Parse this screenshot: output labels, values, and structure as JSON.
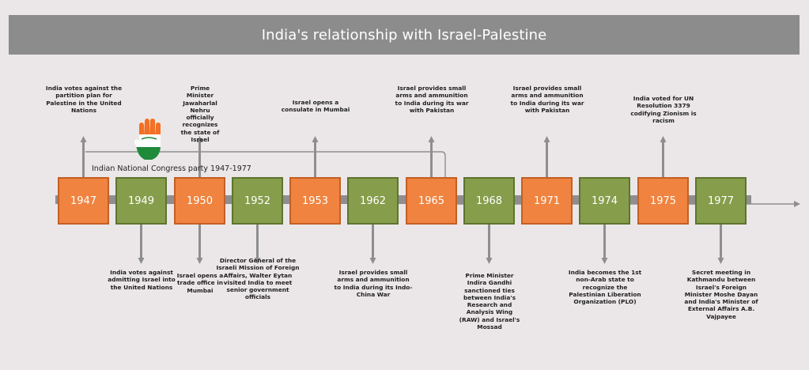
{
  "header": {
    "title": "India's relationship with Israel-Palestine"
  },
  "party": {
    "label": "Indian National Congress  party  1947-1977"
  },
  "icons": {
    "party_logo": "raised-hand-icon"
  },
  "colors": {
    "header": "#8c8c8c",
    "orange": "#f0833f",
    "green": "#869d4b",
    "connector": "#8e8e8e"
  },
  "years": [
    {
      "year": "1947",
      "color": "orange",
      "position": "above",
      "text": "India votes against the partition plan for Palestine in the United Nations"
    },
    {
      "year": "1949",
      "color": "green",
      "position": "below",
      "text": "India votes against admitting Israel into the United Nations"
    },
    {
      "year": "1950",
      "color": "orange",
      "position": "both",
      "text": "Prime Minister Jawaharlal Nehru officially recognizes the state of Israel",
      "text_below": "Israel opens a trade office in Mumbai"
    },
    {
      "year": "1952",
      "color": "green",
      "position": "below",
      "text": "Director General of the Israeli Mission of Foreign Affairs, Walter Eytan visited India to meet senior government officials"
    },
    {
      "year": "1953",
      "color": "orange",
      "position": "above",
      "text": "Israel opens a consulate in Mumbai"
    },
    {
      "year": "1962",
      "color": "green",
      "position": "below",
      "text": "Israel provides small arms and ammunition to India during its Indo-China War"
    },
    {
      "year": "1965",
      "color": "orange",
      "position": "above",
      "text": "Israel provides small arms and ammunition to India during its war with Pakistan"
    },
    {
      "year": "1968",
      "color": "green",
      "position": "below",
      "text": "Prime Minister Indira Gandhi sanctioned ties between India's Research and Analysis Wing (RAW) and Israel's Mossad"
    },
    {
      "year": "1971",
      "color": "orange",
      "position": "above",
      "text": "Israel provides small arms and ammunition to India during its war with Pakistan"
    },
    {
      "year": "1974",
      "color": "green",
      "position": "below",
      "text": "India becomes the 1st non-Arab state to recognize the Palestinian Liberation Organization (PLO)"
    },
    {
      "year": "1975",
      "color": "orange",
      "position": "above",
      "text": "India voted for UN Resolution 3379 codifying Zionism is racism"
    },
    {
      "year": "1977",
      "color": "green",
      "position": "below",
      "text": "Secret meeting in Kathmandu between Israel's Foreign Minister Moshe Dayan and India's Minister of External Affairs A.B. Vajpayee"
    }
  ]
}
